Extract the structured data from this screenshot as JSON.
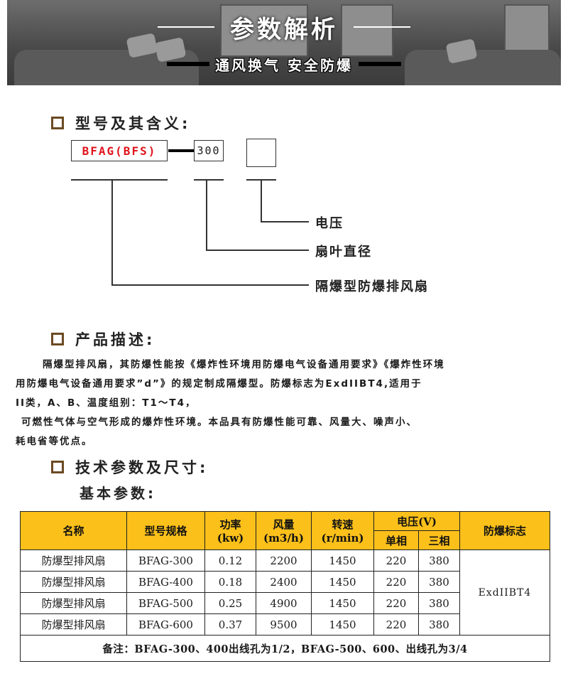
{
  "banner": {
    "title": "参数解析",
    "subtitle": "通风换气 安全防爆"
  },
  "sections": {
    "model": "型号及其含义:",
    "description": "产品描述:",
    "technical": "技术参数及尺寸:",
    "basic_params": "基本参数:"
  },
  "model_diagram": {
    "code": "BFAG(BFS)",
    "diameter_code": "300",
    "voltage_code": "",
    "label_voltage": "电压",
    "label_diameter": "扇叶直径",
    "label_type": "隔爆型防爆排风扇"
  },
  "description_lines": [
    "隔爆型排风扇，其防爆性能按《爆炸性环境用防爆电气设备通用要求》《爆炸性环境",
    "用防爆电气设备通用要求”d”》的规定制成隔爆型。防爆标志为ExdIIBT4,适用于",
    "II类，A、B、温度组别：T1～T4，",
    "可燃性气体与空气形成的爆炸性环境。本品具有防爆性能可靠、风量大、噪声小、",
    "耗电省等优点。"
  ],
  "table": {
    "headers": {
      "name": "名称",
      "model": "型号规格",
      "power_1": "功率",
      "power_2": "(kw)",
      "airflow_1": "风量",
      "airflow_2": "(m3/h)",
      "speed_1": "转速",
      "speed_2": "(r/min)",
      "voltage": "电压(V)",
      "single_phase": "单相",
      "three_phase": "三相",
      "explosion_mark": "防爆标志"
    },
    "rows": [
      {
        "name": "防爆型排风扇",
        "model": "BFAG-300",
        "power": "0.12",
        "airflow": "2200",
        "speed": "1450",
        "single": "220",
        "three": "380"
      },
      {
        "name": "防爆型排风扇",
        "model": "BFAG-400",
        "power": "0.18",
        "airflow": "2400",
        "speed": "1450",
        "single": "220",
        "three": "380"
      },
      {
        "name": "防爆型排风扇",
        "model": "BFAG-500",
        "power": "0.25",
        "airflow": "4900",
        "speed": "1450",
        "single": "220",
        "three": "380"
      },
      {
        "name": "防爆型排风扇",
        "model": "BFAG-600",
        "power": "0.37",
        "airflow": "9500",
        "speed": "1450",
        "single": "220",
        "three": "380"
      }
    ],
    "explosion_mark_value": "ExdIIBT4",
    "note": "备注：BFAG-300、400出线孔为1/2，BFAG-500、600、出线孔为3/4"
  },
  "colors": {
    "header_bg": "#fcc01a",
    "section_box": "#6b4a22",
    "model_code": "#e0141c"
  }
}
